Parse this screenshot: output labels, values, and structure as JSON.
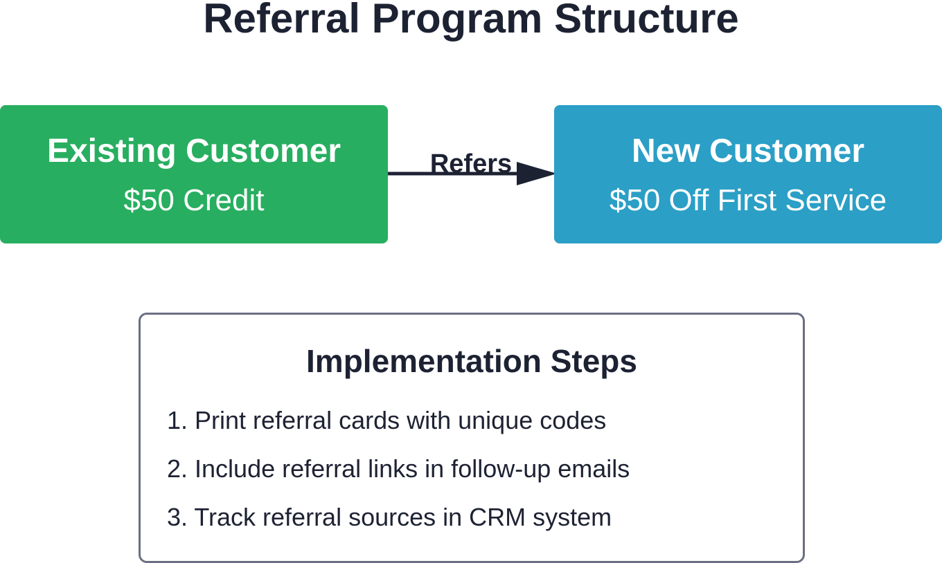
{
  "title": "Referral Program Structure",
  "nodes": {
    "existing": {
      "heading": "Existing Customer",
      "reward": "$50 Credit",
      "color": "#28ae60"
    },
    "new": {
      "heading": "New Customer",
      "reward": "$50 Off First Service",
      "color": "#2b9fc6"
    }
  },
  "edge": {
    "label": "Refers",
    "from": "existing",
    "to": "new"
  },
  "implementation": {
    "heading": "Implementation Steps",
    "steps": [
      "1. Print referral cards with unique codes",
      "2. Include referral links in follow-up emails",
      "3. Track referral sources in CRM system"
    ]
  }
}
